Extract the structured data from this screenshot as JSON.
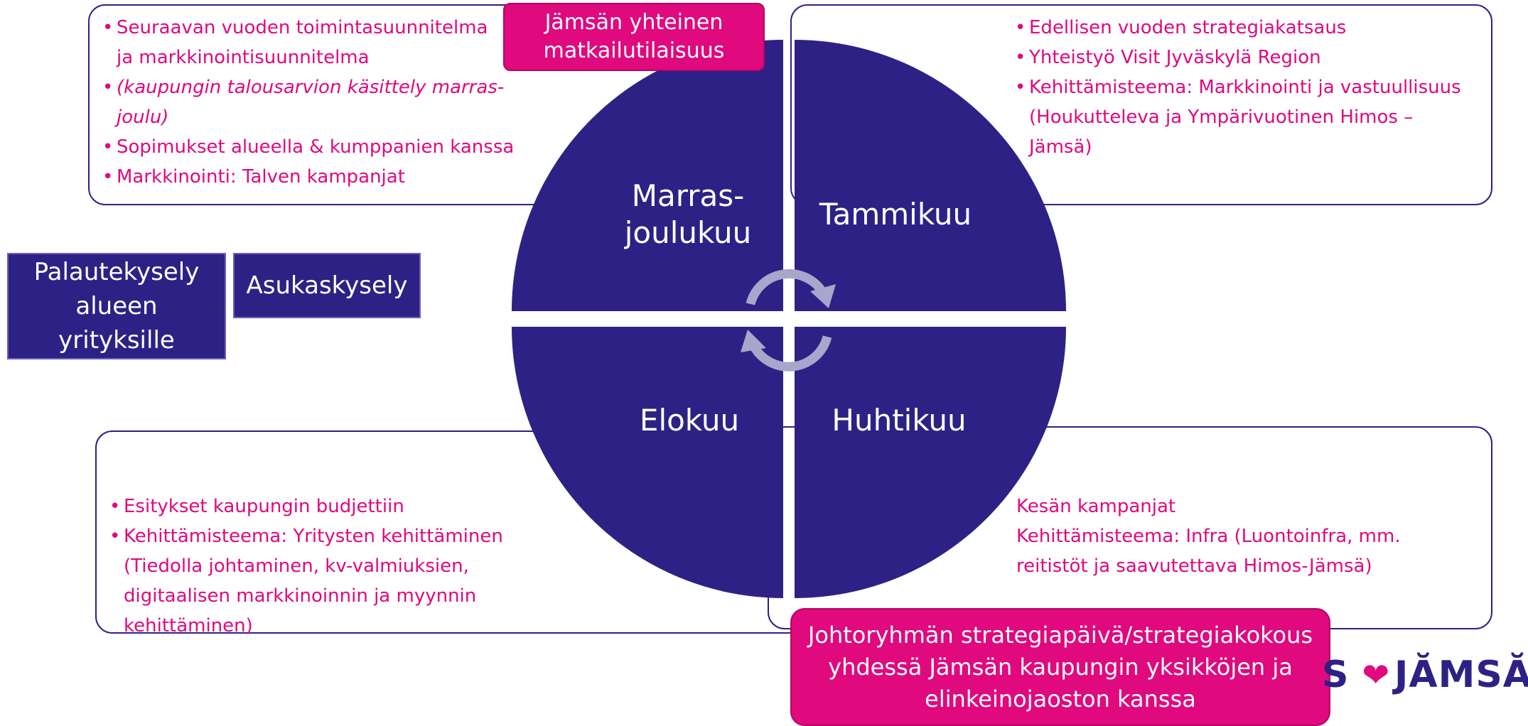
{
  "wheel": {
    "quadrants": [
      {
        "id": "top-left",
        "label": "Marras-\njoulukuu"
      },
      {
        "id": "top-right",
        "label": "Tammikuu"
      },
      {
        "id": "bottom-left",
        "label": "Elokuu"
      },
      {
        "id": "bottom-right",
        "label": "Huhtikuu"
      }
    ],
    "colors": {
      "quadrant": "#2e2185",
      "arrows": "#a9a6cc",
      "accent": "#e0097e",
      "text": "#e0097e"
    }
  },
  "top_left_box": {
    "items": [
      {
        "text": "Seuraavan vuoden toimintasuunnitelma\n  ja markkinointisuunnitelma",
        "italic": false
      },
      {
        "text": "(kaupungin talousarvion käsittely marras-\njoulu)",
        "italic": true
      },
      {
        "text": "Sopimukset alueella & kumppanien kanssa",
        "italic": false
      },
      {
        "text": "Markkinointi: Talven kampanjat",
        "italic": false
      }
    ]
  },
  "top_right_box": {
    "items": [
      {
        "text": "Edellisen vuoden strategiakatsaus"
      },
      {
        "text": "Yhteistyö Visit Jyväskylä Region"
      },
      {
        "text": "Kehittämisteema: Markkinointi ja vastuullisuus\n(Houkutteleva ja Ympärivuotinen Himos –\nJämsä)"
      }
    ]
  },
  "bottom_left_box": {
    "items": [
      {
        "text": "Esitykset kaupungin budjettiin"
      },
      {
        "text": "Kehittämisteema: Yritysten kehittäminen\n(Tiedolla johtaminen, kv-valmiuksien,\ndigitaalisen markkinoinnin ja myynnin\nkehittäminen)"
      }
    ]
  },
  "bottom_right_box": {
    "lines": [
      "Kesän kampanjat",
      " Kehittämisteema: Infra (Luontoinfra, mm.\nreitistöt ja saavutettava Himos-Jämsä)"
    ]
  },
  "callouts": {
    "top_pink": "Jämsän yhteinen\nmatkailutilaisuus",
    "bottom_pink": "Johtoryhmän strategiapäivä/strategiakokous\nyhdessä Jämsän kaupungin yksikköjen  ja\nelinkeinojaoston kanssa",
    "navy_left": "Palautekysely\nalueen\nyrityksille",
    "navy_right": "Asukaskysely"
  },
  "logo": {
    "partial": "S",
    "heart": "❤",
    "text": "JĂMSĂ"
  }
}
